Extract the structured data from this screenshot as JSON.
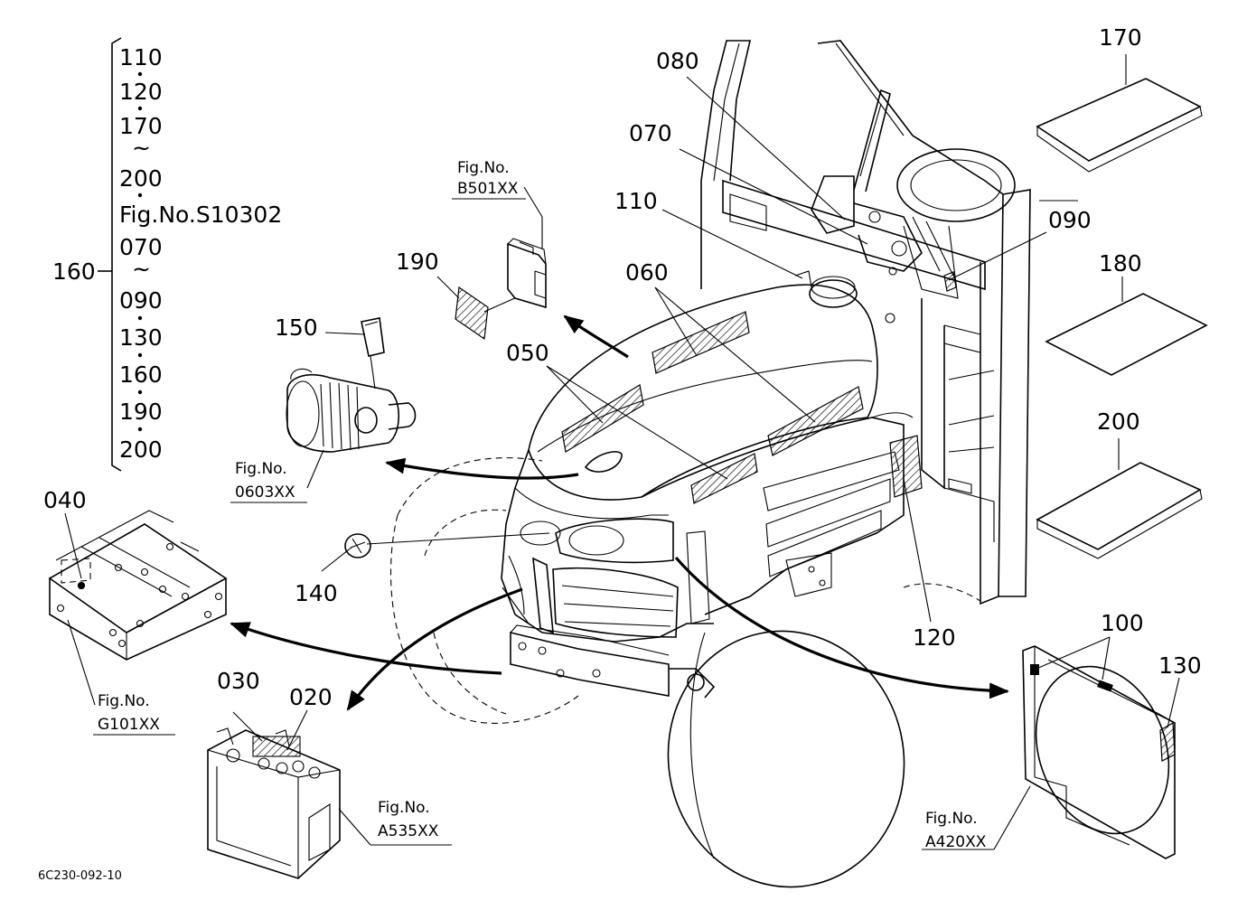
{
  "list_block": {
    "group_label": "160",
    "items": [
      "110",
      "120",
      "170",
      "200",
      "Fig.No.S10302",
      "070",
      "090",
      "130",
      "160",
      "190",
      "200"
    ]
  },
  "callouts": {
    "c020": "020",
    "c030": "030",
    "c040": "040",
    "c050": "050",
    "c060": "060",
    "c070": "070",
    "c080": "080",
    "c090": "090",
    "c100": "100",
    "c110": "110",
    "c120": "120",
    "c130": "130",
    "c140": "140",
    "c150": "150",
    "c170": "170",
    "c180": "180",
    "c190": "190",
    "c200": "200"
  },
  "figure_refs": {
    "b501": {
      "label": "Fig.No.",
      "code": "B501XX"
    },
    "f0603": {
      "label": "Fig.No.",
      "code": "0603XX"
    },
    "g101": {
      "label": "Fig.No.",
      "code": "G101XX"
    },
    "a535": {
      "label": "Fig.No.",
      "code": "A535XX"
    },
    "a420": {
      "label": "Fig.No.",
      "code": "A420XX"
    }
  },
  "drawing_code": "6C230-092-10"
}
